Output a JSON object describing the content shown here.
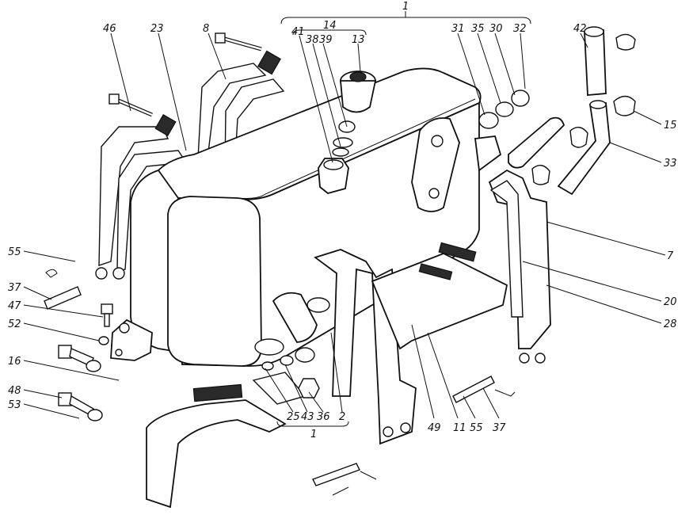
{
  "labels": {
    "l46": "46",
    "l23": "23",
    "l8": "8",
    "l1top": "1",
    "l14": "14",
    "l41": "41",
    "l38": "38",
    "l39": "39",
    "l13": "13",
    "l31": "31",
    "l35": "35",
    "l30": "30",
    "l32": "32",
    "l42": "42",
    "l15": "15",
    "l33": "33",
    "l7": "7",
    "l20": "20",
    "l28": "28",
    "l55": "55",
    "l37": "37",
    "l47": "47",
    "l52": "52",
    "l16": "16",
    "l48": "48",
    "l53": "53",
    "l25": "25",
    "l43": "43",
    "l36": "36",
    "l2": "2",
    "l1bot": "1",
    "l49": "49",
    "l11": "11",
    "l55b": "55",
    "l37b": "37"
  }
}
